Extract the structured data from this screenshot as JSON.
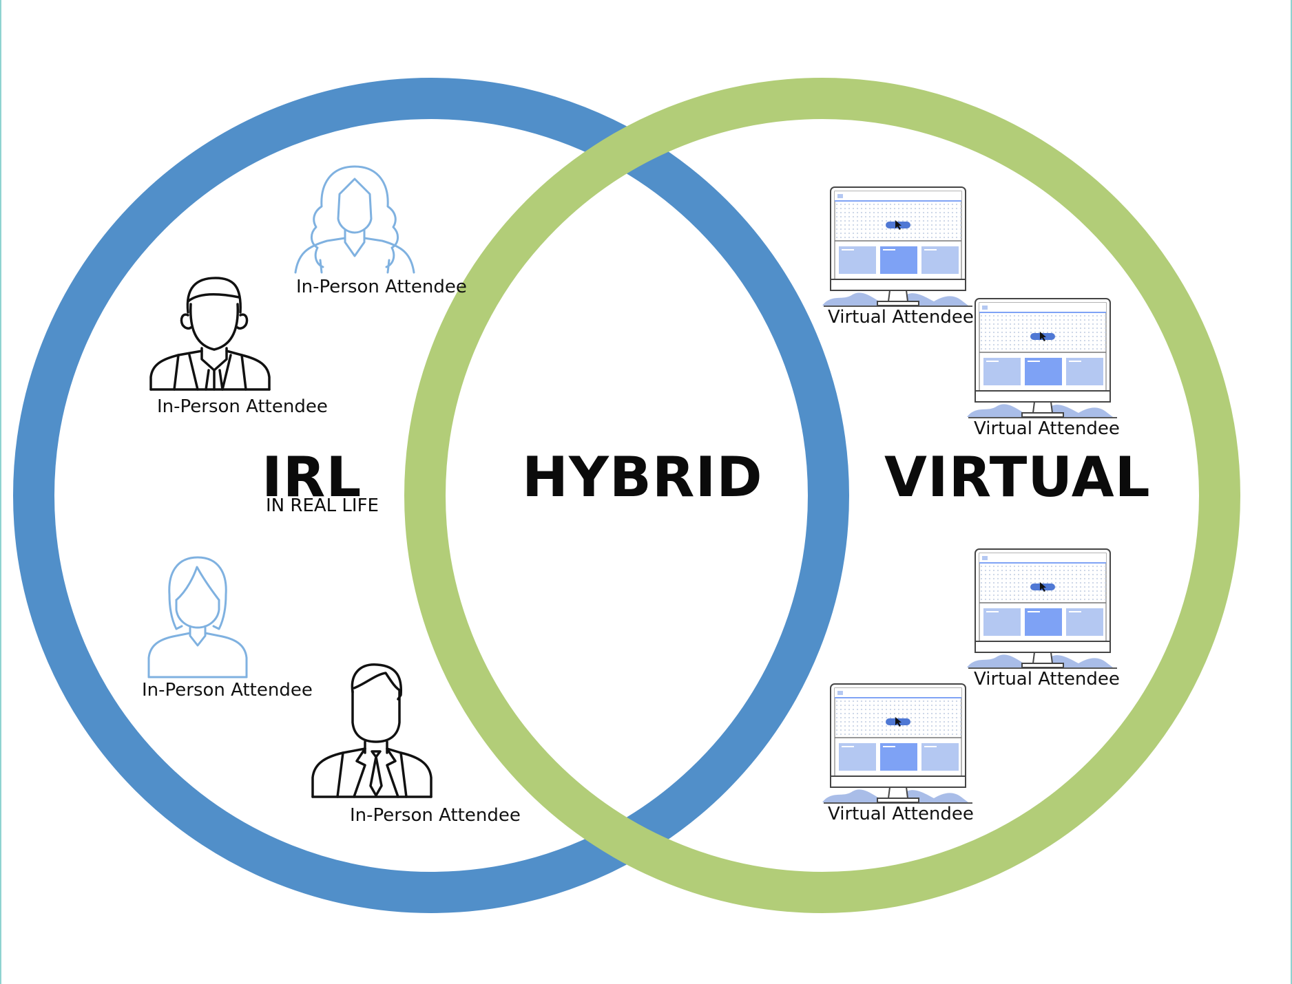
{
  "diagram": {
    "sets": [
      {
        "title": "IRL",
        "subtitle": "IN REAL LIFE",
        "color": "#518fc9"
      },
      {
        "title": "VIRTUAL",
        "color": "#b2cd78"
      }
    ],
    "overlap_label": "HYBRID",
    "in_person_attendees": [
      {
        "label": "In-Person Attendee",
        "icon": "woman-curly-hair-icon",
        "color": "#7fb1e0"
      },
      {
        "label": "In-Person Attendee",
        "icon": "man-suit-icon",
        "color": "#111111"
      },
      {
        "label": "In-Person Attendee",
        "icon": "woman-bob-hair-icon",
        "color": "#7fb1e0"
      },
      {
        "label": "In-Person Attendee",
        "icon": "man-tie-icon",
        "color": "#111111"
      }
    ],
    "virtual_attendees": [
      {
        "label": "Virtual Attendee",
        "icon": "computer-monitor-icon"
      },
      {
        "label": "Virtual Attendee",
        "icon": "computer-monitor-icon"
      },
      {
        "label": "Virtual Attendee",
        "icon": "computer-monitor-icon"
      },
      {
        "label": "Virtual Attendee",
        "icon": "computer-monitor-icon"
      }
    ],
    "accent_colors": {
      "screen_card": "#b4c8f2",
      "screen_card_active": "#7ea2f5",
      "screen_button": "#4f78d4",
      "stand_blob": "#a9bde8"
    }
  }
}
